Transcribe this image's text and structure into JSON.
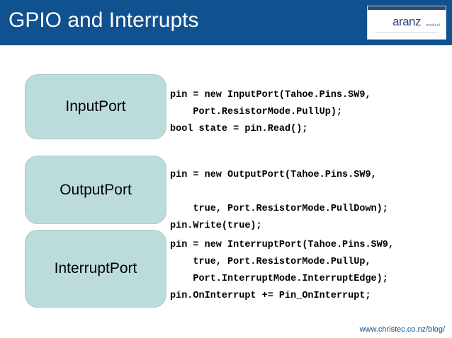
{
  "header": {
    "title": "GPIO and Interrupts",
    "logo": {
      "name": "aranz",
      "sub": "medical"
    },
    "bg_color": "#10518f"
  },
  "blocks": [
    {
      "label": "InputPort",
      "code": "pin = new InputPort(Tahoe.Pins.SW9,\n    Port.ResistorMode.PullUp);\nbool state = pin.Read();"
    },
    {
      "label": "OutputPort",
      "code": "pin = new OutputPort(Tahoe.Pins.SW9,\n\n    true, Port.ResistorMode.PullDown);\npin.Write(true);"
    },
    {
      "label": "InterruptPort",
      "code": "pin = new InterruptPort(Tahoe.Pins.SW9,\n    true, Port.ResistorMode.PullUp,\n    Port.InterruptMode.InterruptEdge);\npin.OnInterrupt += Pin_OnInterrupt;"
    }
  ],
  "footer": {
    "url": "www.christec.co.nz/blog/"
  },
  "colors": {
    "header_bg": "#10518f",
    "pill_bg": "#bcdcdc",
    "pill_border": "#a4cccc",
    "link": "#10518f"
  }
}
